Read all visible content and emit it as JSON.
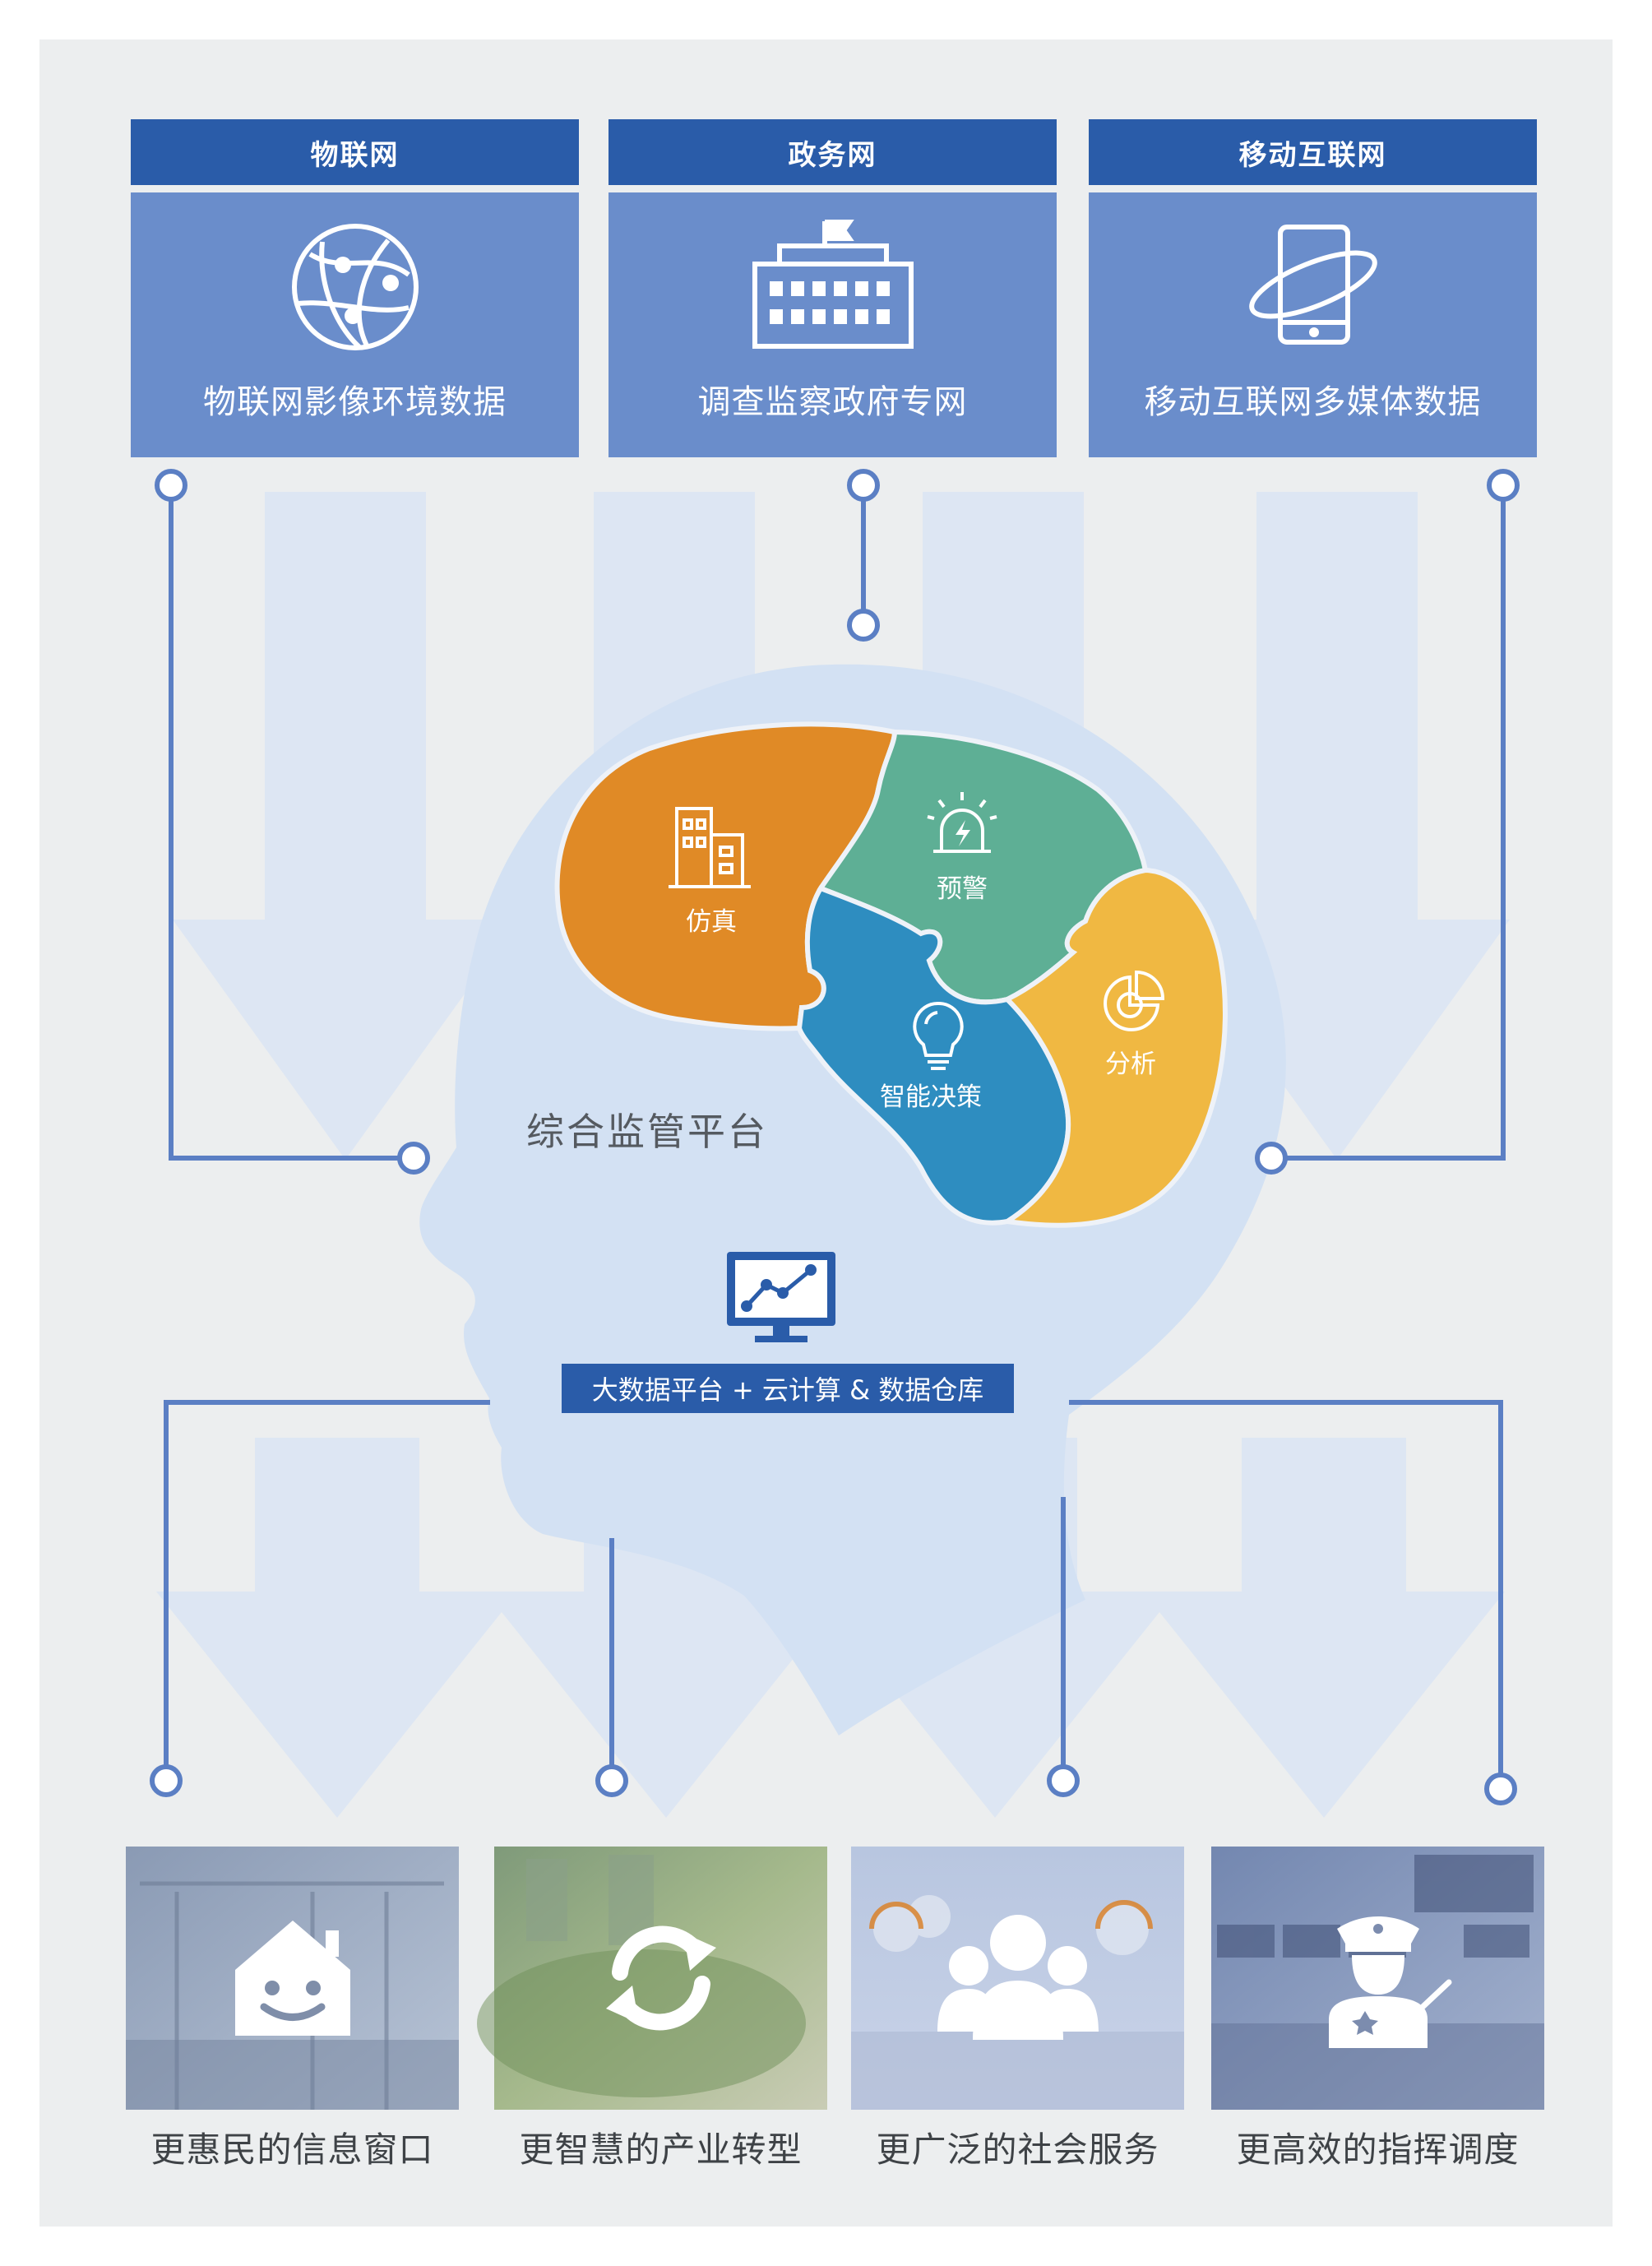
{
  "sources": [
    {
      "title": "物联网",
      "label": "物联网影像环境数据",
      "icon": "globe-network-icon"
    },
    {
      "title": "政务网",
      "label": "调查监察政府专网",
      "icon": "government-building-icon"
    },
    {
      "title": "移动互联网",
      "label": "移动互联网多媒体数据",
      "icon": "mobile-phone-icon"
    }
  ],
  "brain": {
    "title": "综合监管平台",
    "modules": [
      {
        "label": "仿真",
        "color": "#e08a26",
        "icon": "buildings-icon"
      },
      {
        "label": "预警",
        "color": "#5eaf95",
        "icon": "alarm-icon"
      },
      {
        "label": "智能决策",
        "color": "#2e8dc0",
        "icon": "lightbulb-icon"
      },
      {
        "label": "分析",
        "color": "#f0b842",
        "icon": "pie-chart-icon"
      }
    ]
  },
  "platform": {
    "label": "大数据平台 + 云计算 & 数据仓库",
    "icon": "monitor-chart-icon"
  },
  "outputs": [
    {
      "label": "更惠民的信息窗口",
      "icon": "smiling-house-icon"
    },
    {
      "label": "更智慧的产业转型",
      "icon": "refresh-cycle-icon"
    },
    {
      "label": "更广泛的社会服务",
      "icon": "people-group-icon"
    },
    {
      "label": "更高效的指挥调度",
      "icon": "police-officer-icon"
    }
  ],
  "colors": {
    "header": "#2a5ca9",
    "source_box": "#6a8dcb",
    "connector": "#5b7fc4",
    "head": "#d3e1f3",
    "background": "#eceeef"
  }
}
